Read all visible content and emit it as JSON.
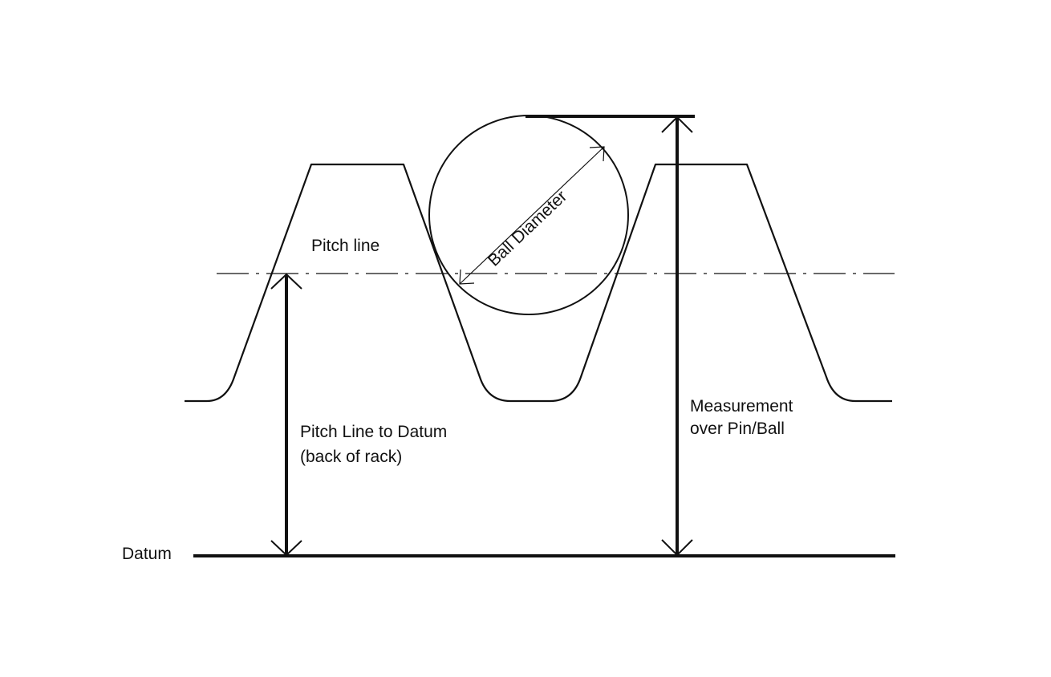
{
  "labels": {
    "pitch_line": "Pitch line",
    "ball_diameter": "Ball Diameter",
    "pitch_to_datum_line1": "Pitch Line to Datum",
    "pitch_to_datum_line2": "(back of rack)",
    "measurement_line1": "Measurement",
    "measurement_line2": "over Pin/Ball",
    "datum": "Datum"
  },
  "colors": {
    "ink": "#111111",
    "background": "#ffffff"
  }
}
